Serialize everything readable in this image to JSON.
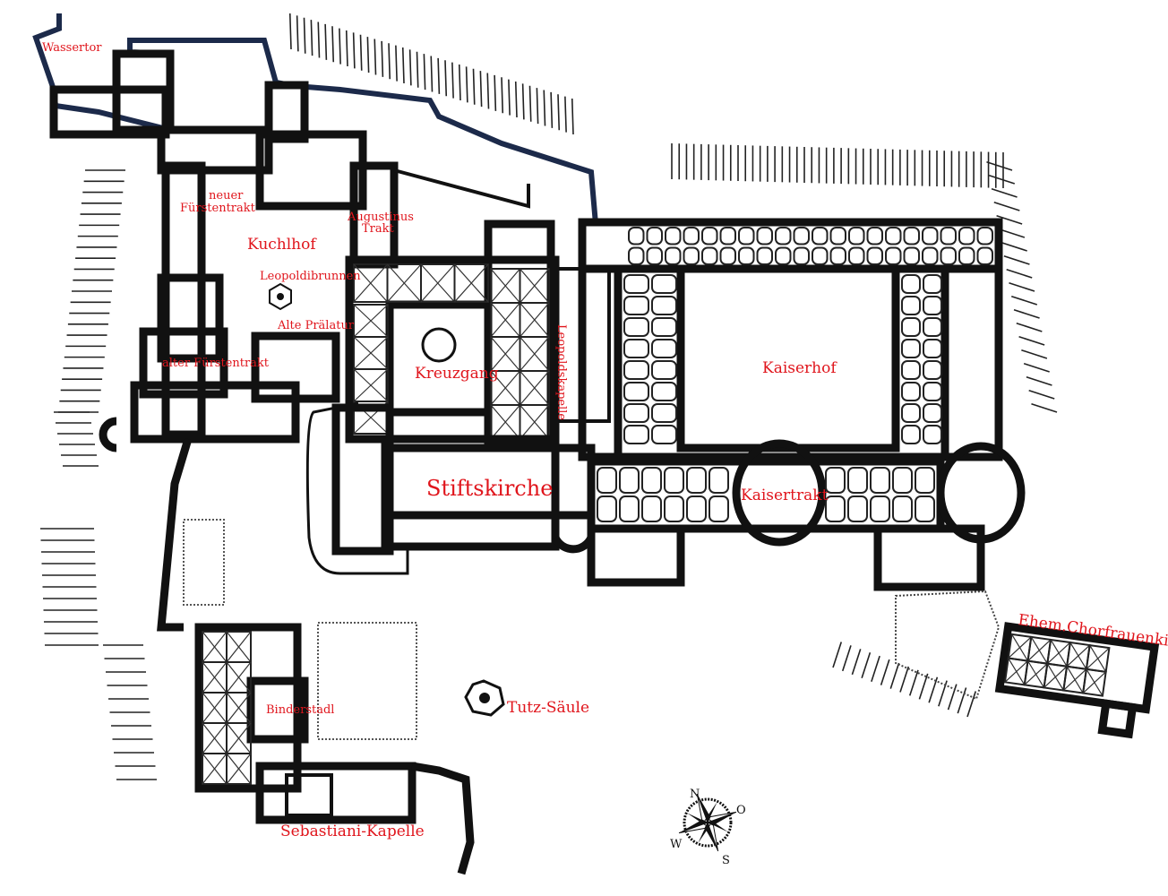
{
  "title": "Stift Klosterneuburg Lageplan",
  "labels": {
    "wassertor": "Wassertor",
    "neuer_fuerstentrakt_1": "neuer",
    "neuer_fuerstentrakt_2": "Fürstentrakt",
    "augustinus_1": "Augustinus",
    "augustinus_2": "Trakt",
    "kuchlhof": "Kuchlhof",
    "leopoldibrunnen": "Leopoldibrunnen",
    "alte_praelatur": "Alte Prälatur",
    "alter_fuerstentrakt": "alter Fürstentrakt",
    "kreuzgang": "Kreuzgang",
    "leopoldskapelle": "Leopoldskapelle",
    "kaiserhof": "Kaiserhof",
    "stiftskirche": "Stiftskirche",
    "kaisertrakt": "Kaisertrakt",
    "chorfrauenkirche": "Ehem.Chorfrauenkirche",
    "tutz_saeule": "Tutz-Säule",
    "binderstadl": "Binderstadl",
    "sebastiani_kapelle": "Sebastiani-Kapelle"
  },
  "compass": {
    "n": "N",
    "o": "O",
    "s": "S",
    "w": "W"
  },
  "colors": {
    "label": "#e0151c",
    "wall": "#111111",
    "outer_wall": "#1c2a4a"
  }
}
